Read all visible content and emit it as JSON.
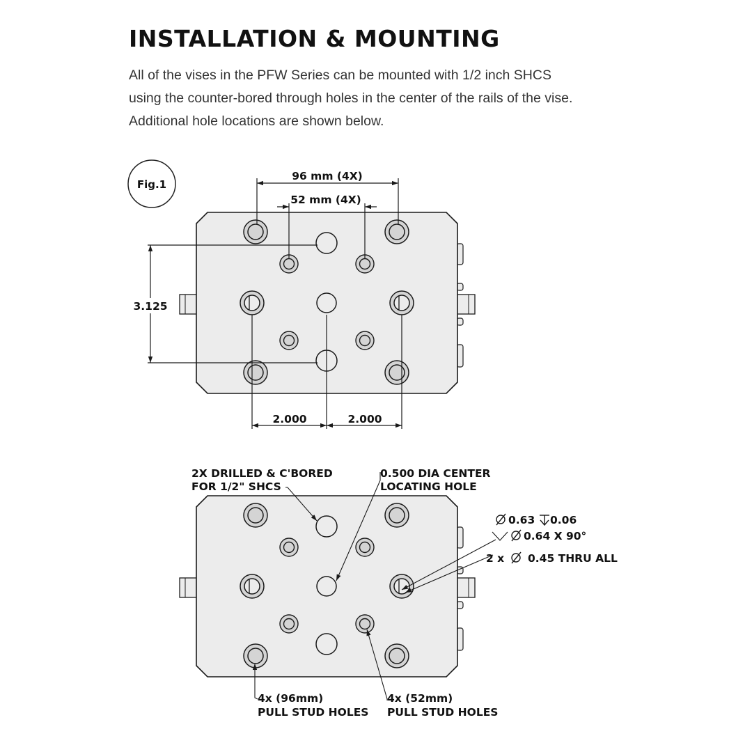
{
  "title": "INSTALLATION & MOUNTING",
  "intro": {
    "line1": "All of the vises in the PFW Series can be mounted with 1/2 inch SHCS",
    "line2": "using the counter-bored through holes in the center of the rails of the vise.",
    "line3": "Additional hole locations are shown below."
  },
  "figure": {
    "label": "Fig.1",
    "top_view": {
      "dim_96": "96 mm (4X)",
      "dim_52": "52 mm (4X)",
      "dim_vertical": "3.125",
      "dim_left": "2.000",
      "dim_right": "2.000"
    },
    "bottom_view": {
      "callout_cbore_1": "2X DRILLED & C'BORED",
      "callout_cbore_2": "FOR 1/2\" SHCS",
      "callout_center_1": "0.500 DIA CENTER",
      "callout_center_2": "LOCATING HOLE",
      "spec_cbore": "0.63",
      "spec_depth": "0.06",
      "spec_csink": "0.64 X 90°",
      "spec_thru_prefix": "2 x",
      "spec_thru": "0.45 THRU ALL",
      "callout_96_1": "4x (96mm)",
      "callout_96_2": "PULL STUD HOLES",
      "callout_52_1": "4x (52mm)",
      "callout_52_2": "PULL STUD HOLES"
    }
  },
  "colors": {
    "plate_fill": "#ececec",
    "hole_fill": "#d4d4d4",
    "stroke": "#1a1a1a"
  }
}
